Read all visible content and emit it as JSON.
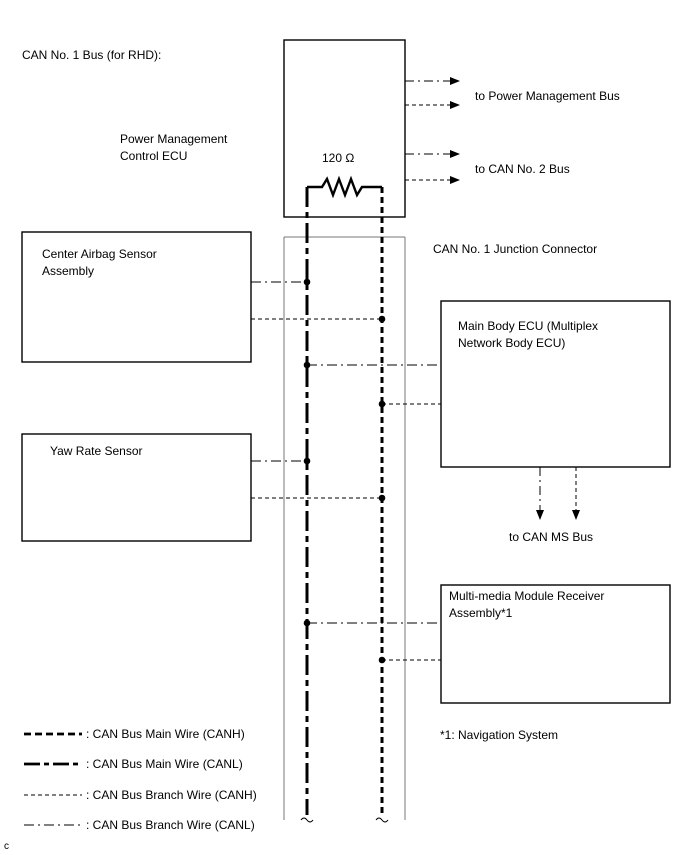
{
  "title": "CAN No. 1 Bus (for RHD):",
  "ecu": {
    "name_line1": "Power Management",
    "name_line2": "Control ECU",
    "resistor": "120 Ω"
  },
  "outputs": {
    "power_bus": "to Power Management Bus",
    "can2_bus": "to CAN No. 2 Bus",
    "ms_bus": "to CAN MS Bus"
  },
  "junction_label": "CAN No. 1 Junction Connector",
  "components": {
    "airbag_line1": "Center Airbag Sensor",
    "airbag_line2": "Assembly",
    "yaw": "Yaw Rate Sensor",
    "main_body_line1": "Main Body ECU (Multiplex",
    "main_body_line2": "Network Body ECU)",
    "multimedia_line1": "Multi-media Module Receiver",
    "multimedia_line2": "Assembly*1"
  },
  "footnote": "*1: Navigation System",
  "legend": [
    {
      "label": ": CAN Bus Main Wire (CANH)"
    },
    {
      "label": ": CAN Bus Main Wire (CANL)"
    },
    {
      "label": ": CAN Bus Branch Wire (CANH)"
    },
    {
      "label": ": CAN Bus Branch Wire (CANL)"
    }
  ],
  "corner_code": "c"
}
